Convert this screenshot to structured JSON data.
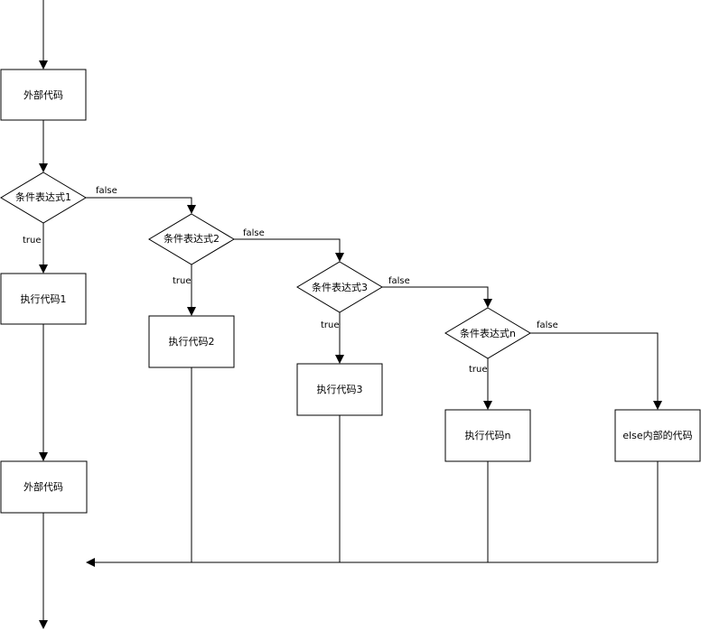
{
  "nodes": {
    "outer_top": "外部代码",
    "cond1": "条件表达式1",
    "cond2": "条件表达式2",
    "cond3": "条件表达式3",
    "condn": "条件表达式n",
    "exec1": "执行代码1",
    "exec2": "执行代码2",
    "exec3": "执行代码3",
    "execn": "执行代码n",
    "else_code": "else内部的代码",
    "outer_bottom": "外部代码"
  },
  "edges": {
    "true_label": "true",
    "false_label": "false"
  }
}
